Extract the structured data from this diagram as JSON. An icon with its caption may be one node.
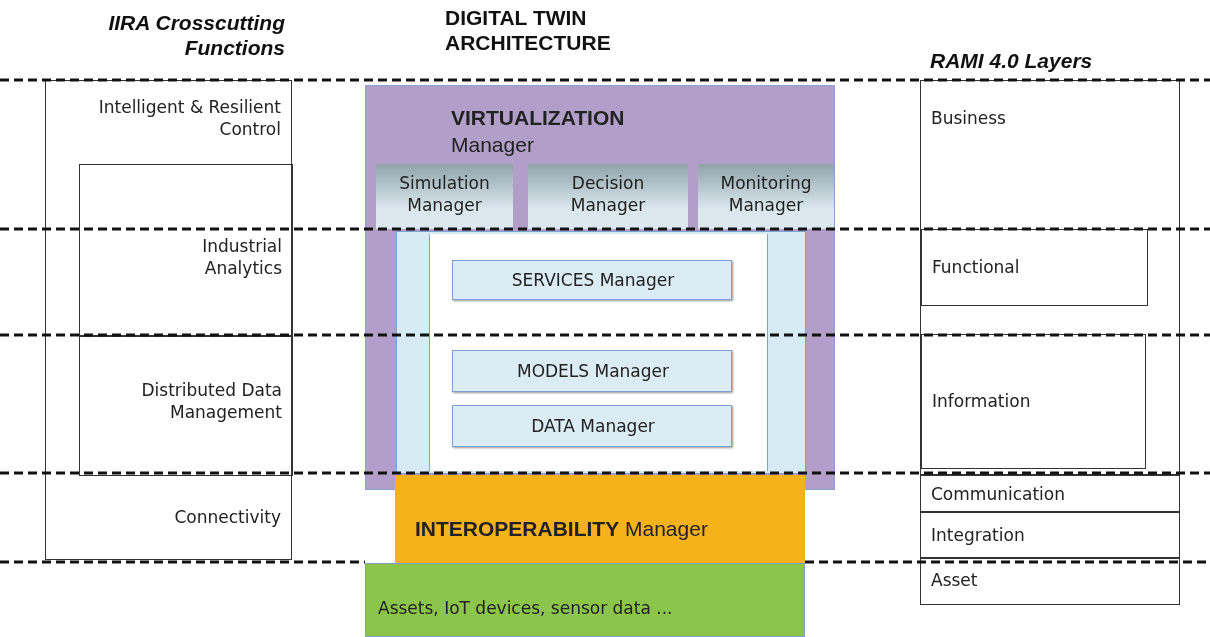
{
  "diagram": {
    "nodes": [
      {
        "text": [
          "Intelligent & Resilient Control"
        ]
      },
      {
        "text": [
          "Industrial Analytics"
        ],
        "in": 0
      },
      {
        "text": [
          "Distributed Data Management"
        ],
        "in": 0
      },
      {
        "text": [
          "Connectivity"
        ],
        "in": 0
      },
      {
        "text": [
          "**VIRTUALIZATION** Manager"
        ]
      },
      {
        "text": [
          "Simulation Manager"
        ],
        "in": 4
      },
      {
        "text": [
          "Decision Manager"
        ],
        "in": 4
      },
      {
        "text": [
          "Monitoring Manager"
        ],
        "in": 4
      },
      {
        "text": [],
        "shape": "box",
        "in": 4
      },
      {
        "text": [
          "SERVICES Manager"
        ],
        "in": 8
      },
      {
        "text": [
          "MODELS Manager"
        ],
        "in": 8
      },
      {
        "text": [
          "DATA Manager"
        ],
        "in": 8
      },
      {
        "text": [
          "**INTEROPERABILITY** Manager"
        ]
      },
      {
        "text": [
          "Assets, IoT devices, sensor data ..."
        ]
      },
      {
        "text": [
          "Business"
        ]
      },
      {
        "text": [
          "Functional"
        ],
        "in": 14
      },
      {
        "text": [
          "Information"
        ],
        "in": 14
      },
      {
        "text": [
          "Communication"
        ]
      },
      {
        "text": [
          "Integration"
        ]
      },
      {
        "text": [
          "Asset"
        ]
      }
    ],
    "labels": [
      "IIRA Crosscutting Functions",
      "DIGITAL TWIN ARCHITECTURE",
      "RAMI 4.0 Layers"
    ]
  }
}
